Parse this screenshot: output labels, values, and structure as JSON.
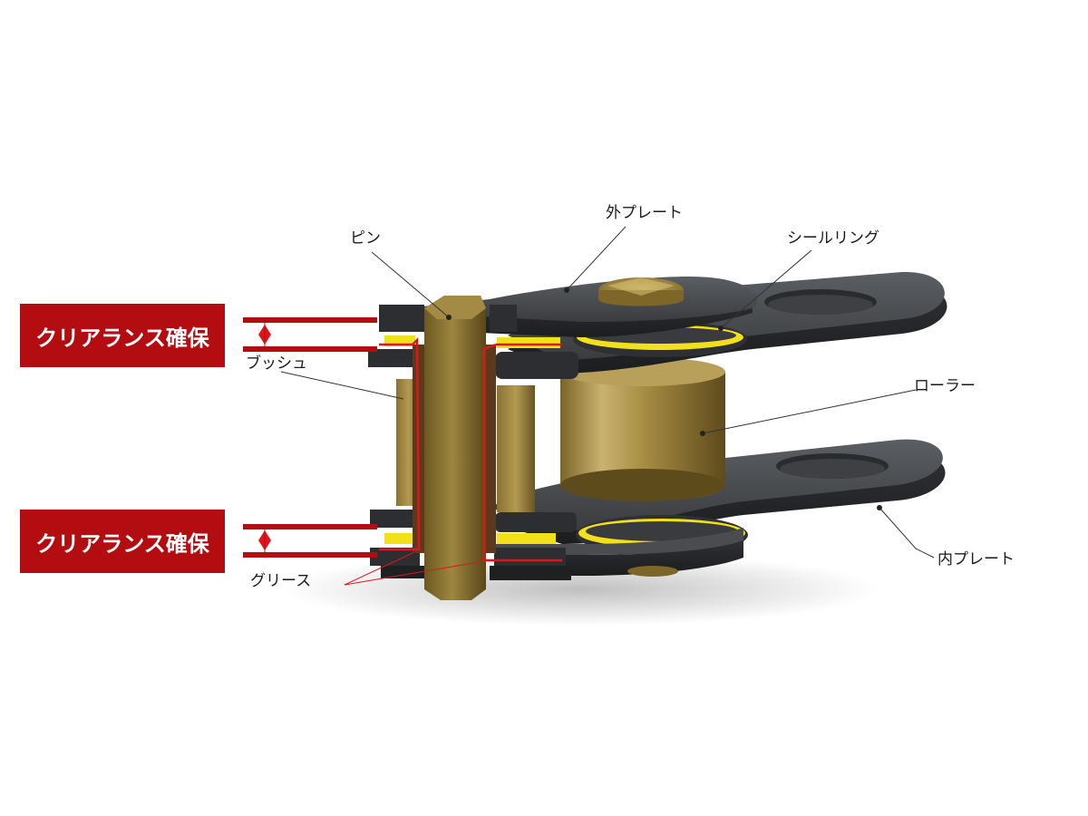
{
  "clearance": {
    "top_label": "クリアランス確保",
    "bottom_label": "クリアランス確保"
  },
  "labels": {
    "pin": "ピン",
    "outer_plate": "外プレート",
    "seal_ring": "シールリング",
    "bush": "ブッシュ",
    "roller": "ローラー",
    "inner_plate": "内プレート",
    "grease": "グリース"
  },
  "colors": {
    "clearance_red": "#b30d12",
    "plate_dark": "#3b3d40",
    "brass": "#a8904a",
    "seal_yellow": "#f2e11a",
    "grease_red": "#e0151b"
  }
}
